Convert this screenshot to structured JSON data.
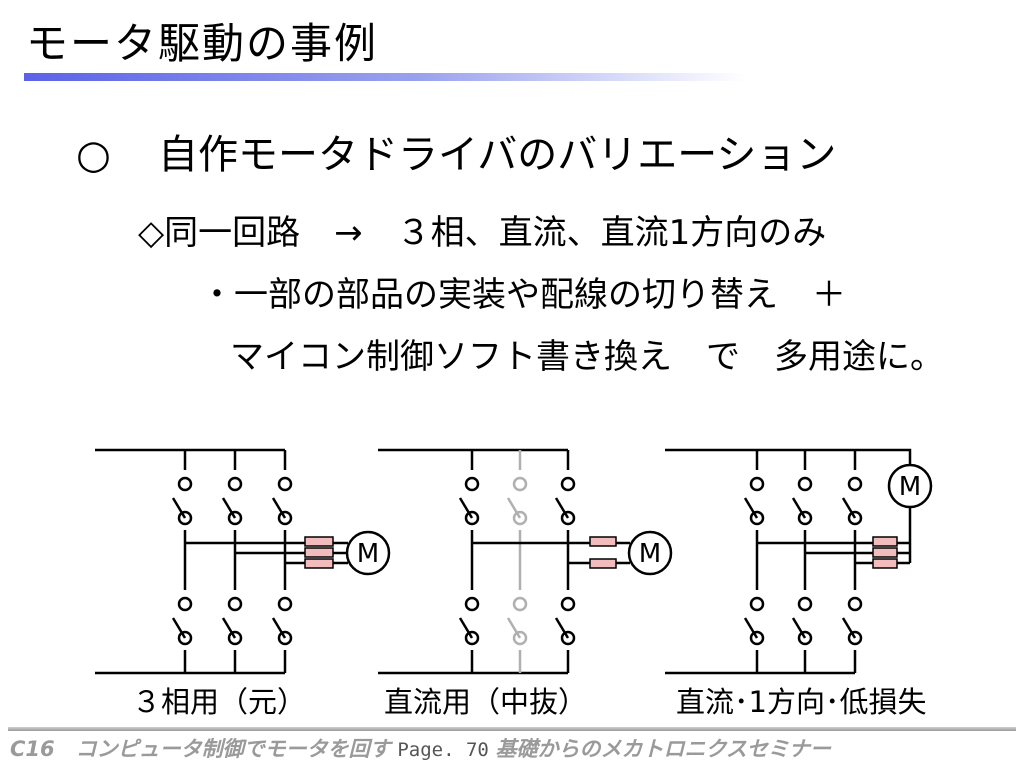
{
  "slide": {
    "title": "モータ駆動の事例",
    "heading": {
      "bullet": "○",
      "text": "自作モータドライバのバリエーション"
    },
    "lines": [
      "◇同一回路　→　３相、直流、直流1方向のみ",
      "・一部の部品の実装や配線の切り替え　＋",
      "マイコン制御ソフト書き換え　で　多用途に。"
    ]
  },
  "diagrams": [
    {
      "caption": "３相用（元）",
      "motor_label": "M"
    },
    {
      "caption": "直流用（中抜）",
      "motor_label": "M"
    },
    {
      "caption": "直流･1方向･低損失",
      "motor_label": "M"
    }
  ],
  "footer": {
    "left": "C16　コンピュータ制御でモータを回す",
    "page": "Page. 70",
    "right": "基礎からのメカトロニクスセミナー"
  },
  "colors": {
    "title_rule": "#5a63e6",
    "resistor": "#f2bcbc",
    "disabled_leg": "#b0b0b0"
  }
}
